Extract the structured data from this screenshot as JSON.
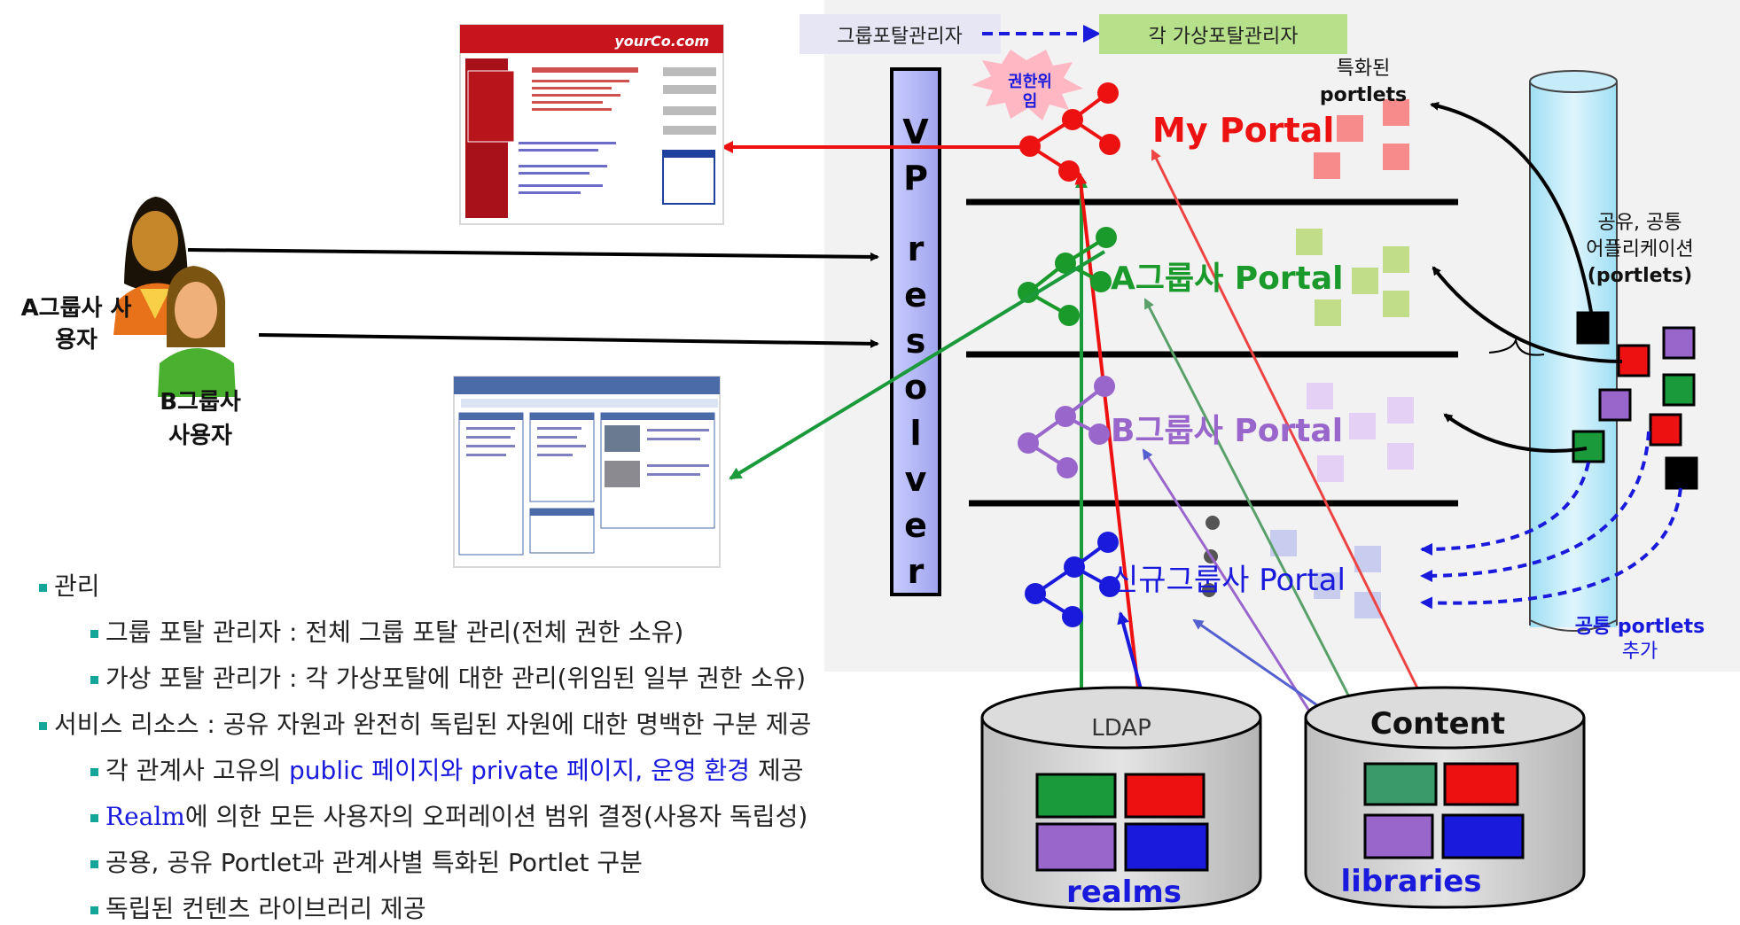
{
  "top_flow": {
    "from": "그룹포탈관리자",
    "to": "각 가상포탈관리자",
    "delegation": [
      "권한위",
      "임"
    ]
  },
  "resolver": {
    "label_letters": [
      "V",
      "P",
      "r",
      "e",
      "s",
      "o",
      "l",
      "v",
      "e",
      "r"
    ]
  },
  "portals": [
    {
      "name": "My Portal",
      "color": "#ee1111"
    },
    {
      "name": "A그룹사 Portal",
      "color": "#1a9a2a"
    },
    {
      "name": "B그룹사 Portal",
      "color": "#9966cc"
    },
    {
      "name": "신규그룹사 Portal",
      "color": "#1a1adc"
    }
  ],
  "special_portlets_label": [
    "특화된",
    "portlets"
  ],
  "shared_apps_label": [
    "공유, 공통",
    "어플리케이션",
    "(portlets)"
  ],
  "common_add_label": {
    "strong": "공통 portlets",
    "rest": "추가"
  },
  "users": {
    "a_user": [
      "A그룹사 사",
      "용자"
    ],
    "b_user": [
      "B그룹사",
      "사용자"
    ]
  },
  "screenshots": {
    "top_brand": "yourCo.com"
  },
  "stores": [
    {
      "top_label": "LDAP",
      "bottom_label": "realms"
    },
    {
      "top_label": "Content",
      "bottom_label": "libraries"
    }
  ],
  "bullets": {
    "mgmt": "관리",
    "group_admin": "그룹 포탈 관리자 : 전체 그룹 포탈 관리(전체 권한 소유)",
    "virtual_admin": "가상 포탈 관리가 : 각 가상포탈에 대한 관리(위임된 일부 권한 소유)",
    "service": "서비스 리소스 : 공유 자원과 완전히 독립된 자원에 대한 명백한 구분 제공",
    "pages_pre": "각 관계사 고유의 ",
    "pages_blue": "public 페이지와 private 페이지, 운영 환경",
    "pages_post": " 제공",
    "realm_blue": "Realm",
    "realm_post": "에 의한 모든 사용자의 오퍼레이션 범위 결정(사용자 독립성)",
    "portlet_split": "공용, 공유 Portlet과 관계사별 특화된 Portlet 구분",
    "content_lib": "독립된 컨텐츠 라이브러리 제공"
  }
}
